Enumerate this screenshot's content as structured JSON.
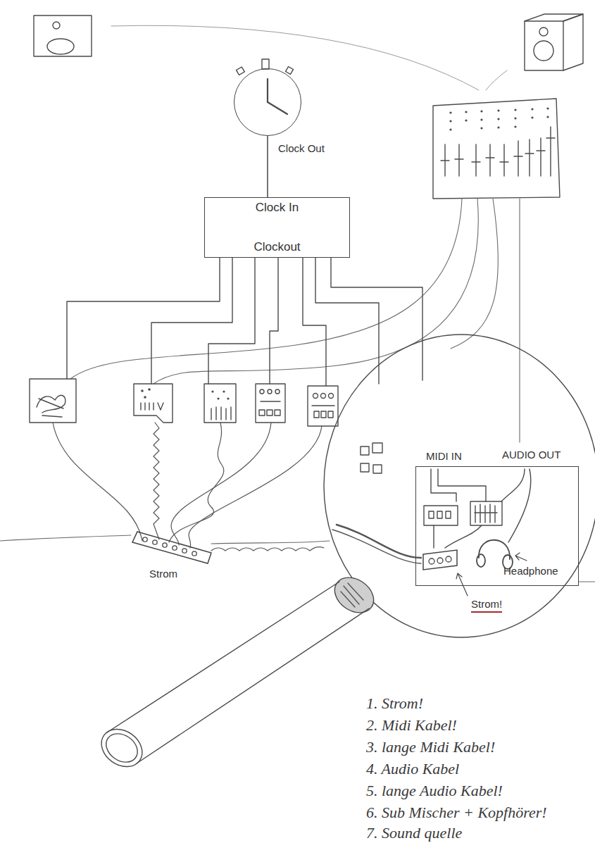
{
  "diagram": {
    "nodes": [
      {
        "text": [
          "Clock Out"
        ]
      },
      {
        "text": [
          "Clock In",
          "Clockout"
        ]
      },
      {
        "text": [
          "Strom"
        ]
      },
      {
        "text": [
          "MIDI IN",
          "AUDIO OUT"
        ]
      },
      {
        "text": [
          "Strom!"
        ],
        "in": 3
      }
    ],
    "edges": [
      {
        "from": 0,
        "to": 1,
        "arrow": "none"
      }
    ],
    "labels": [
      "Headphone",
      "1. Strom!",
      "2. Midi Kabel!",
      "3. lange Midi Kabel!",
      "4. Audio Kabel",
      "5. lange Audio Kabel!",
      "6. Sub Mischer + Kopfhörer!",
      "7. Sound quelle"
    ]
  }
}
